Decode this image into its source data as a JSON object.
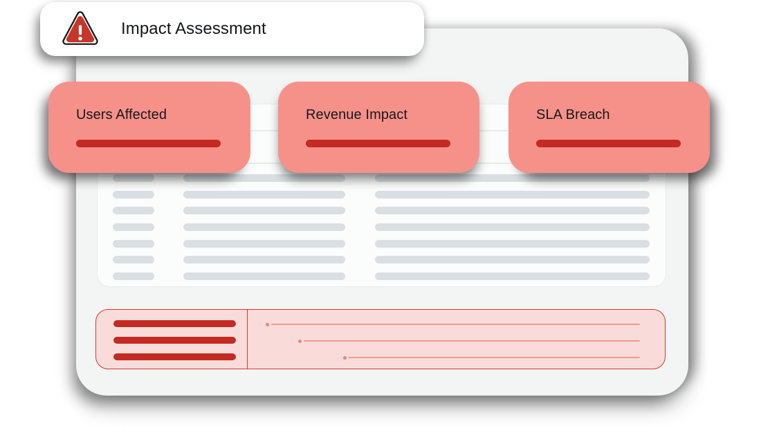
{
  "header": {
    "title": "Impact Assessment",
    "icon": "warning-triangle-icon"
  },
  "metrics": {
    "cards": [
      {
        "label": "Users Affected"
      },
      {
        "label": "Revenue Impact"
      },
      {
        "label": "SLA Breach"
      }
    ]
  },
  "table_skeleton": {
    "header_line_count": 2,
    "row_count": 7,
    "columns_per_row": 3
  },
  "summary_panel": {
    "left_bar_count": 3,
    "right_line_count": 3
  },
  "colors": {
    "card_pink": "#f6918a",
    "metric_bar_red": "#c32a21",
    "skeleton_gray": "#d9dfe2",
    "surface_gray": "#f3f4f4",
    "panel_background": "#f9dcda",
    "panel_border_red": "#d5382e",
    "panel_line_salmon": "#f2998f",
    "icon_red": "#c5362b",
    "text_dark": "#141518"
  }
}
